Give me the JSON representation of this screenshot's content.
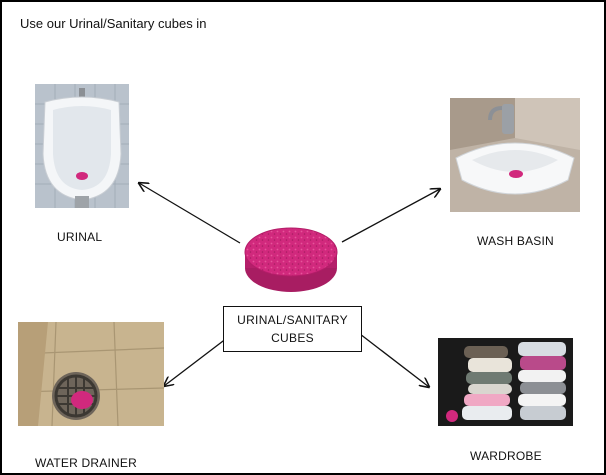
{
  "heading": "Use our Urinal/Sanitary cubes in",
  "center": {
    "line1": "URINAL/SANITARY",
    "line2": "CUBES"
  },
  "targets": {
    "urinal": "URINAL",
    "wash_basin": "WASH BASIN",
    "water_drainer": "WATER DRAINER",
    "wardrobe": "WARDROBE"
  },
  "colors": {
    "cube_pink": "#d1297d",
    "arrow": "#111111"
  },
  "icons": {
    "product": "pink-sanitary-cube-icon"
  }
}
